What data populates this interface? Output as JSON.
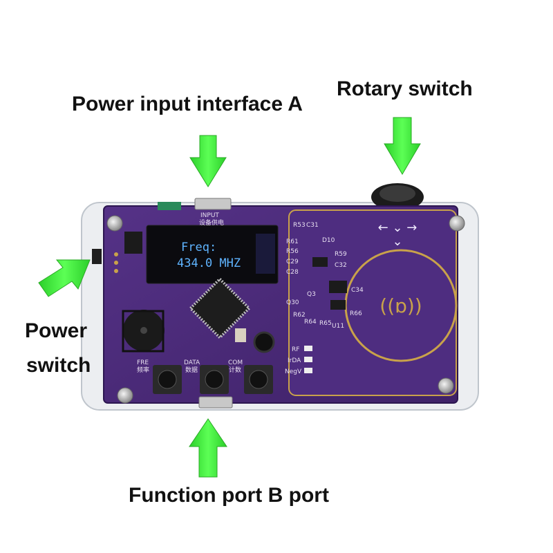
{
  "callouts": {
    "power_input": "Power input interface A",
    "rotary_switch": "Rotary switch",
    "power_switch_line1": "Power",
    "power_switch_line2": "switch",
    "function_port": "Function port B port"
  },
  "board": {
    "oled": {
      "line1": "Freq:",
      "line2": "434.0 MHZ"
    },
    "silkscreen": {
      "input": "INPUT",
      "input_cn": "设备供电",
      "fre": "FRE",
      "fre_cn": "频率",
      "data": "DATA",
      "data_cn": "数据",
      "com": "COM",
      "com_cn": "计数",
      "rf": "RF",
      "irda": "IrDA",
      "negv": "NegV",
      "refs": [
        "R53",
        "C31",
        "R61",
        "R56",
        "D10",
        "R59",
        "C32",
        "C29",
        "C28",
        "C34",
        "Q30",
        "Q3",
        "R62",
        "R64",
        "R65",
        "R66",
        "U11"
      ]
    },
    "nfc_symbol": "((ɒ))"
  },
  "colors": {
    "pcb": "#4a2a7a",
    "arrow": "#3ee83a",
    "coil": "#c9a24a"
  }
}
